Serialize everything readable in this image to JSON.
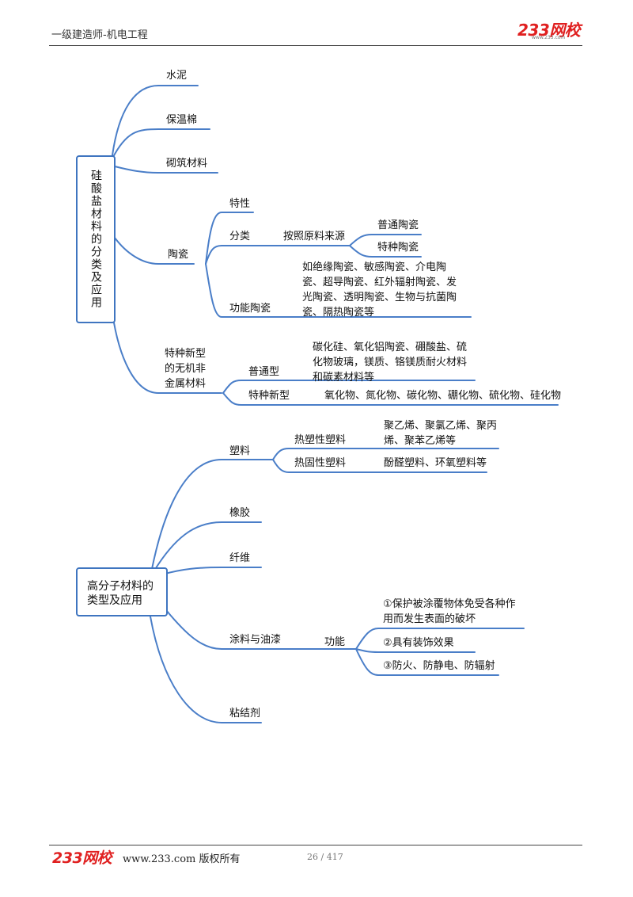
{
  "header": {
    "title": "一级建造师-机电工程",
    "logo": "233网校",
    "logo_url": "www.233.com"
  },
  "footer": {
    "logo": "233网校",
    "site": "www.233.com 版权所有",
    "page": "26 / 417"
  },
  "map1": {
    "root": "硅酸盐材料的分类及应用",
    "cement": "水泥",
    "insulation": "保温棉",
    "masonry": "砌筑材料",
    "ceramics": {
      "label": "陶瓷",
      "property": "特性",
      "classification": "分类",
      "by_raw_material": "按照原料来源",
      "ordinary": "普通陶瓷",
      "special": "特种陶瓷",
      "functional": "功能陶瓷",
      "functional_examples": "如绝缘陶瓷、敏感陶瓷、介电陶瓷、超导陶瓷、红外辐射陶瓷、发光陶瓷、透明陶瓷、生物与抗菌陶瓷、隔热陶瓷等"
    },
    "new_inorganic": {
      "label": "特种新型的无机非金属材料",
      "common": "普通型",
      "common_examples": "碳化硅、氧化铝陶瓷、硼酸盐、硫化物玻璃，镁质、铬镁质耐火材料和碳素材料等",
      "special_new": "特种新型",
      "special_examples": "氧化物、氮化物、碳化物、硼化物、硫化物、硅化物"
    }
  },
  "map2": {
    "root": "高分子材料的类型及应用",
    "plastics": {
      "label": "塑料",
      "thermoplastic": "热塑性塑料",
      "thermoplastic_examples": "聚乙烯、聚氯乙烯、聚丙烯、聚苯乙烯等",
      "thermoset": "热固性塑料",
      "thermoset_examples": "酚醛塑料、环氧塑料等"
    },
    "rubber": "橡胶",
    "fiber": "纤维",
    "coatings": {
      "label": "涂料与油漆",
      "function": "功能",
      "f1": "①保护被涂覆物体免受各种作用而发生表面的破坏",
      "f2": "②具有装饰效果",
      "f3": "③防火、防静电、防辐射"
    },
    "adhesive": "粘结剂"
  },
  "colors": {
    "branch": "#4a7ec8",
    "logo": "#e02020",
    "rule": "#444444"
  }
}
